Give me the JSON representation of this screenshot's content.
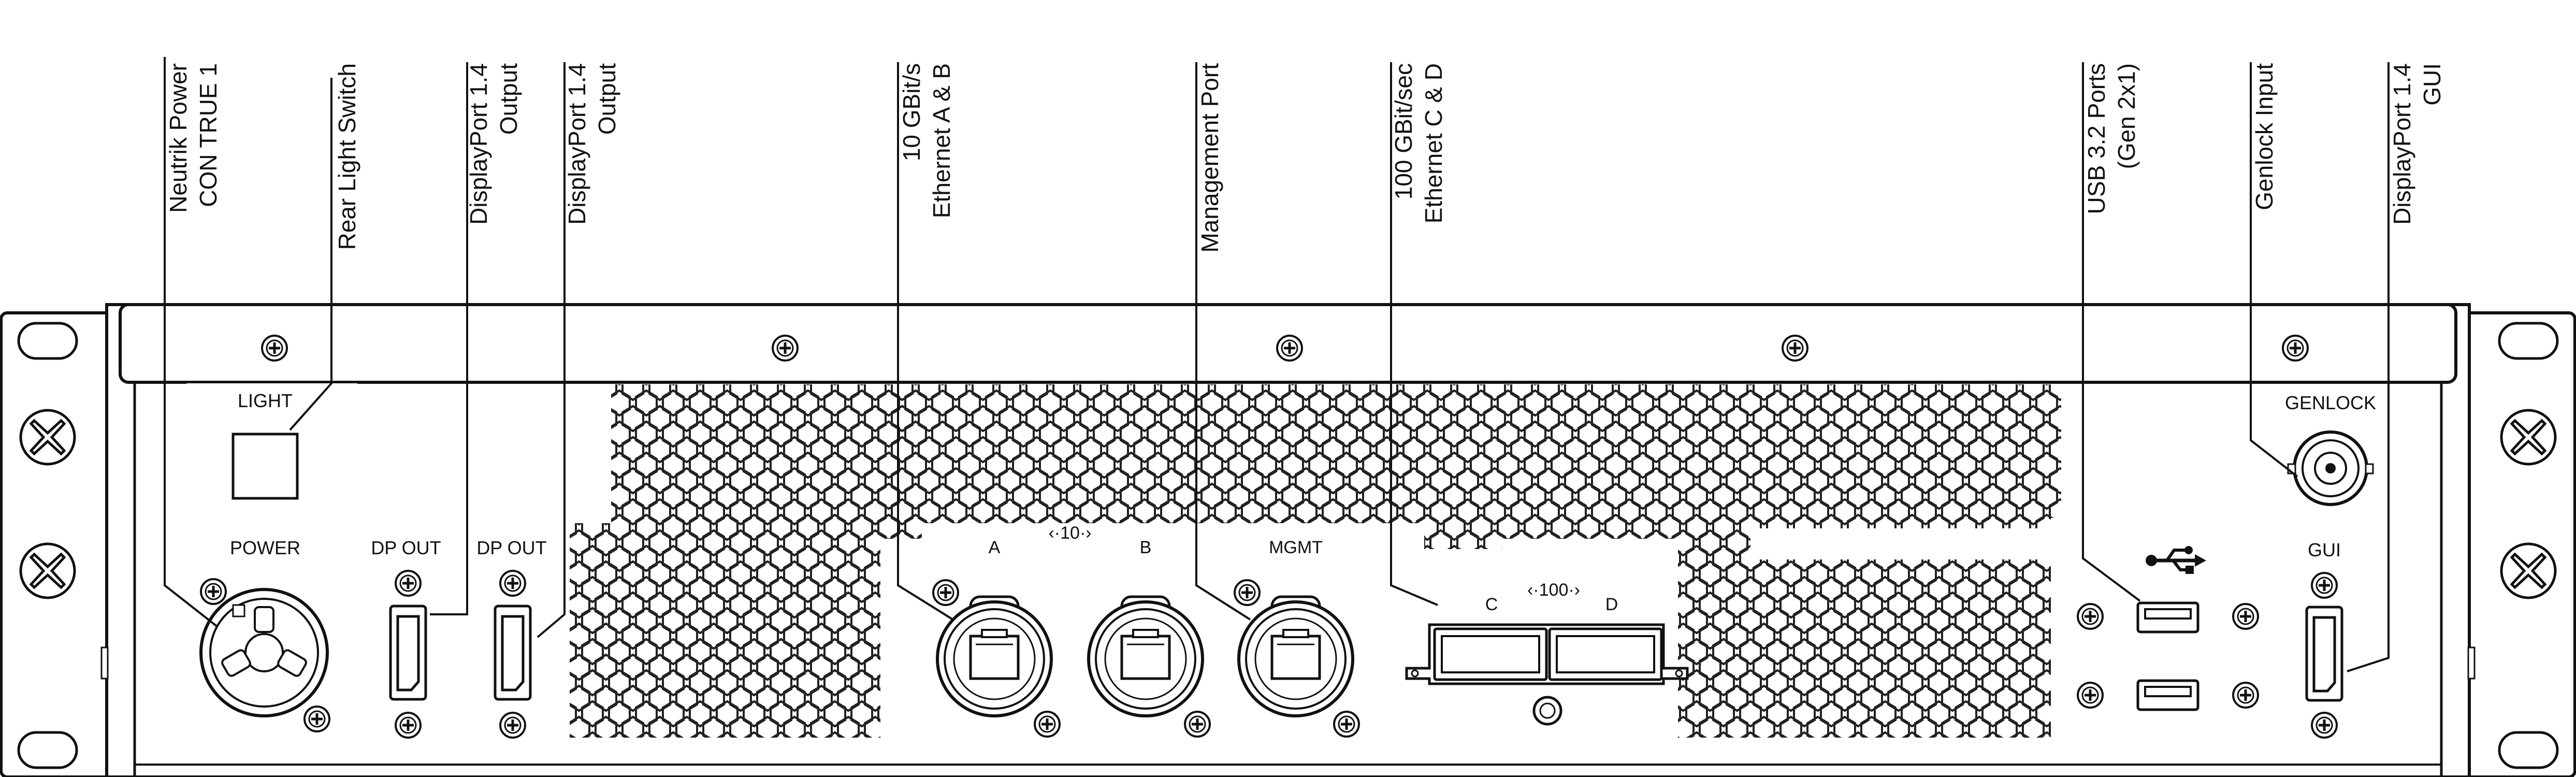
{
  "callouts": [
    {
      "id": "power",
      "lines": [
        "Neutrik Power",
        "CON TRUE 1"
      ]
    },
    {
      "id": "light",
      "lines": [
        "Rear Light Switch"
      ]
    },
    {
      "id": "dp1",
      "lines": [
        "DisplayPort 1.4",
        "Output"
      ]
    },
    {
      "id": "dp2",
      "lines": [
        "DisplayPort 1.4",
        "Output"
      ]
    },
    {
      "id": "eth10",
      "lines": [
        "10 GBit/s",
        "Ethernet A & B"
      ]
    },
    {
      "id": "mgmt",
      "lines": [
        "Management Port"
      ]
    },
    {
      "id": "eth100",
      "lines": [
        "100 GBit/sec",
        "Ethernet C & D"
      ]
    },
    {
      "id": "usb",
      "lines": [
        "USB 3.2 Ports",
        "(Gen 2x1)"
      ]
    },
    {
      "id": "genlock",
      "lines": [
        "Genlock Input"
      ]
    },
    {
      "id": "gui",
      "lines": [
        "DisplayPort 1.4",
        "GUI"
      ]
    }
  ],
  "panel": {
    "light": "LIGHT",
    "power": "POWER",
    "dp_out_1": "DP OUT",
    "dp_out_2": "DP OUT",
    "port_a": "A",
    "port_b": "B",
    "speed_10": "‹·10·›",
    "mgmt": "MGMT",
    "port_c": "C",
    "port_d": "D",
    "speed_100": "‹·100·›",
    "genlock": "GENLOCK",
    "gui": "GUI"
  },
  "icons": {
    "usb": "usb-icon"
  }
}
